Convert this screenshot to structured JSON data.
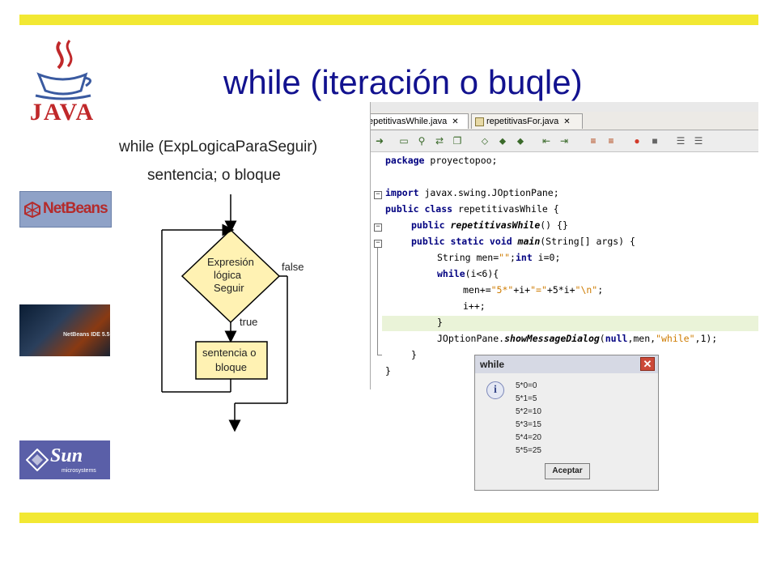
{
  "slide": {
    "title": "while (iteración o buqle)",
    "syntax_line1": "while (ExpLogicaParaSeguir)",
    "syntax_line2": "sentencia; o bloque",
    "bar_color": "#f2e833",
    "title_color": "#12128f"
  },
  "logos": {
    "java": "JAVA",
    "netbeans": "NetBeans",
    "netbeans_ide": "NetBeans IDE 5.5",
    "sun": "Sun",
    "sun_sub": "microsystems"
  },
  "flowchart": {
    "condition_line1": "Expresión",
    "condition_line2": "lógica",
    "condition_line3": "Seguir",
    "false_label": "false",
    "true_label": "true",
    "body_line1": "sentencia o",
    "body_line2": "bloque"
  },
  "editor": {
    "tabs": [
      {
        "label": "epetitivasWhile.java",
        "close": "✕"
      },
      {
        "label": "repetitivasFor.java",
        "close": "✕"
      }
    ],
    "lines": {
      "l1a": "package",
      "l1b": " proyectopoo;",
      "l2a": "import",
      "l2b": " javax.swing.JOptionPane;",
      "l3a": "public class",
      "l3b": " repetitivasWhile {",
      "l4a": "public",
      "l4b": " repetitivasWhile",
      "l4c": "() {}",
      "l5a": "public static void",
      "l5b": " main",
      "l5c": "(String[] args) {",
      "l6a": "String men=",
      "l6b": "\"\"",
      "l6c": ";",
      "l6d": "int",
      "l6e": " i=0;",
      "l7a": "while",
      "l7b": "(i<6){",
      "l8a": "men+=",
      "l8b": "\"5*\"",
      "l8c": "+i+",
      "l8d": "\"=\"",
      "l8e": "+5*i+",
      "l8f": "\"\\n\"",
      "l8g": ";",
      "l9": "i++;",
      "l10": "}",
      "l11a": "JOptionPane.",
      "l11b": "showMessageDialog",
      "l11c": "(",
      "l11d": "null",
      "l11e": ",men,",
      "l11f": "\"while\"",
      "l11g": ",1);",
      "l12": "}",
      "l13": "}"
    }
  },
  "dialog": {
    "title": "while",
    "close": "✕",
    "icon": "i",
    "messages": [
      "5*0=0",
      "5*1=5",
      "5*2=10",
      "5*3=15",
      "5*4=20",
      "5*5=25"
    ],
    "ok_label": "Aceptar"
  }
}
